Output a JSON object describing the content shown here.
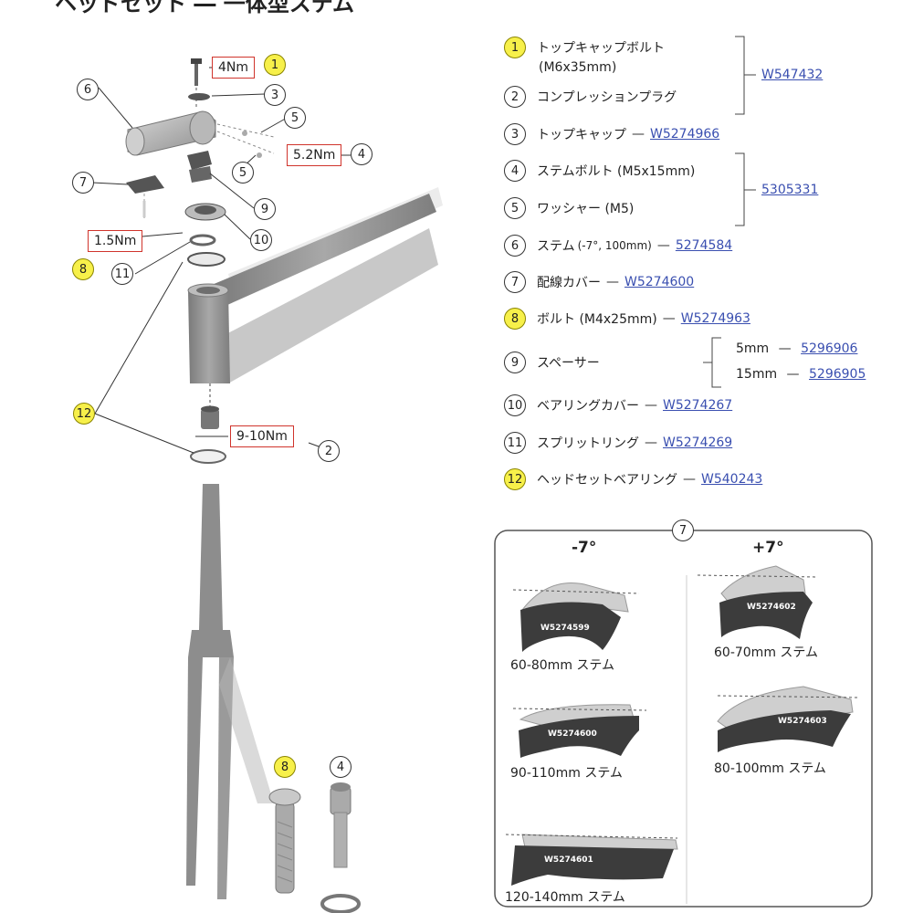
{
  "title": "ヘッドセット ― 一体型ステム",
  "torques": {
    "top_cap_bolt": "4Nm",
    "stem_bolt": "5.2Nm",
    "cover_bolt": "1.5Nm",
    "compression_plug": "9-10Nm"
  },
  "callouts": [
    "1",
    "2",
    "3",
    "4",
    "5",
    "6",
    "7",
    "8",
    "9",
    "10",
    "11",
    "12"
  ],
  "parts": [
    {
      "num": "1",
      "name": "トップキャップボルト",
      "highlight": true
    },
    {
      "num": "2",
      "name": "コンプレッションプラグ",
      "highlight": false
    },
    {
      "num": "3",
      "name": "トップキャップ",
      "code": "W5274966",
      "highlight": false
    },
    {
      "num": "4",
      "name": "ステムボルト (M5x15mm)",
      "highlight": false
    },
    {
      "num": "5",
      "name": "ワッシャー (M5)",
      "highlight": false
    },
    {
      "num": "6",
      "name": "ステム",
      "spec": "(-7°, 100mm)",
      "code": "5274584",
      "highlight": false
    },
    {
      "num": "7",
      "name": "配線カバー",
      "code": "W5274600",
      "highlight": false
    },
    {
      "num": "8",
      "name": "ボルト (M4x25mm)",
      "code": "W5274963",
      "highlight": true
    },
    {
      "num": "9",
      "name": "スペーサー",
      "highlight": false
    },
    {
      "num": "10",
      "name": "ベアリングカバー",
      "code": "W5274267",
      "highlight": false
    },
    {
      "num": "11",
      "name": "スプリットリング",
      "code": "W5274269",
      "highlight": false
    },
    {
      "num": "12",
      "name": "ヘッドセットベアリング",
      "code": "W540243",
      "highlight": true
    }
  ],
  "part1_size": "(M6x35mm)",
  "group_codes": {
    "parts_1_2": "W547432",
    "parts_4_5": "5305331"
  },
  "spacers": [
    {
      "size": "5mm",
      "code": "5296906"
    },
    {
      "size": "15mm",
      "code": "5296905"
    }
  ],
  "dash": "—",
  "cover_panel": {
    "callout": "7",
    "minus_label": "-7°",
    "plus_label": "+7°",
    "covers": [
      {
        "code": "W5274599",
        "label": "60-80mm ステム"
      },
      {
        "code": "W5274600",
        "label": "90-110mm ステム"
      },
      {
        "code": "W5274601",
        "label": "120-140mm ステム"
      },
      {
        "code": "W5274602",
        "label": "60-70mm ステム"
      },
      {
        "code": "W5274603",
        "label": "80-100mm ステム"
      }
    ]
  },
  "colors": {
    "highlight": "#f7f04a",
    "torque_border": "#d0342c",
    "link": "#3a4fb0",
    "frame": "#8e8e8e"
  }
}
